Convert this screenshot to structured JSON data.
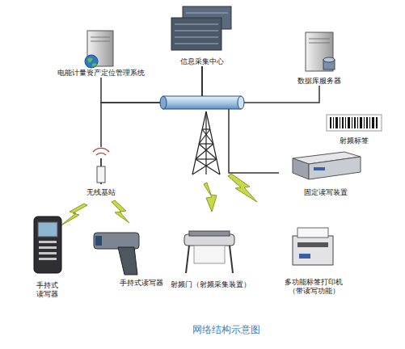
{
  "diagram": {
    "caption": "网络结构示意图",
    "nodes": [
      {
        "text": [
          "电能计量资产定位管理系统"
        ]
      },
      {
        "text": [
          "信息采集中心"
        ]
      },
      {
        "text": [
          "数据库服务器"
        ]
      },
      {
        "text": [
          "射频标签"
        ]
      },
      {
        "text": [
          "无线基站"
        ]
      },
      {
        "text": [
          "固定读写装置"
        ]
      },
      {
        "text": [
          "手持式 读写器"
        ]
      },
      {
        "text": [
          "手持式读写器"
        ]
      },
      {
        "text": [
          "射频门（射频采集装置）"
        ]
      },
      {
        "text": [
          "多功能标签打印机 （带读写功能）"
        ]
      }
    ],
    "edges": [
      {
        "from": 1,
        "to": 0,
        "arrow": "none"
      },
      {
        "from": 1,
        "to": 2,
        "arrow": "none"
      },
      {
        "from": 1,
        "to": 4,
        "arrow": "none"
      },
      {
        "from": 1,
        "to": 5,
        "arrow": "none"
      }
    ]
  }
}
